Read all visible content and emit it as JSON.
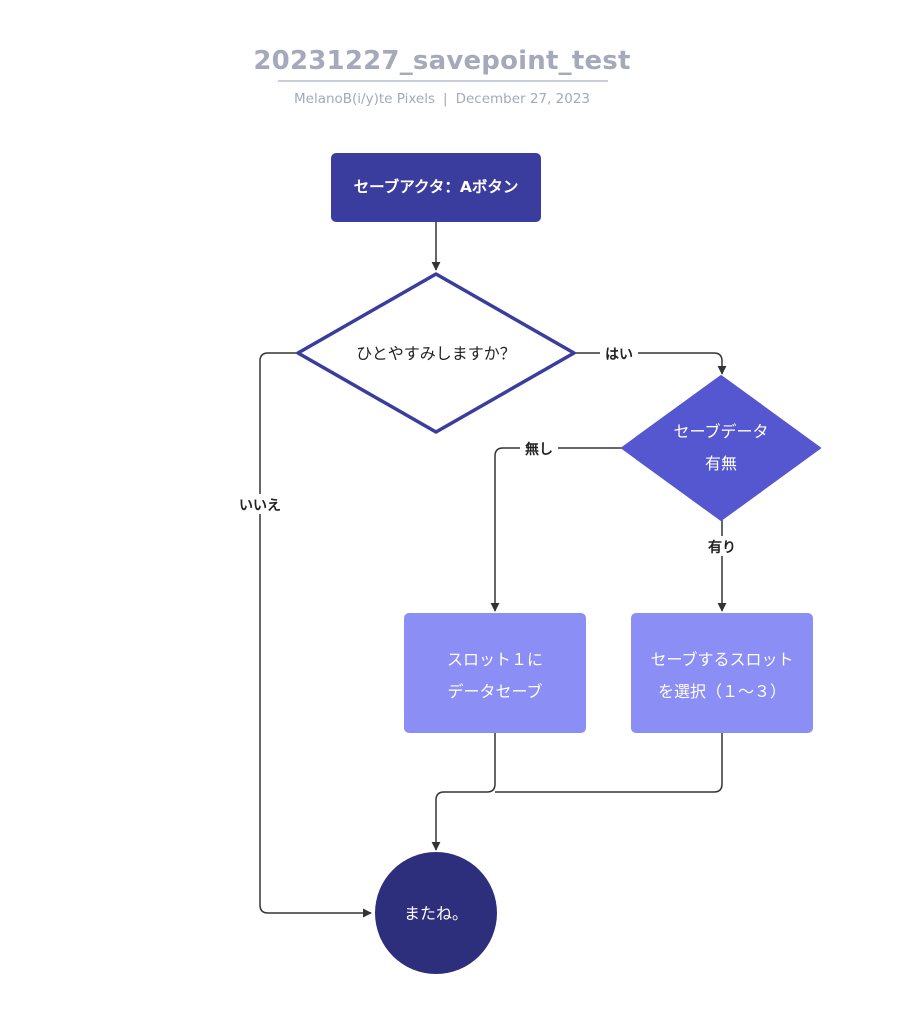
{
  "header": {
    "title": "20231227_savepoint_test",
    "author": "MelanoB(i/y)te Pixels",
    "separator": "|",
    "date": "December 27, 2023"
  },
  "colors": {
    "start_fill": "#3b3d9e",
    "decision1_stroke": "#3b3d9e",
    "decision2_fill": "#5457cf",
    "process_fill": "#8a8ef5",
    "end_fill": "#2e2f7c",
    "edge": "#333333",
    "header_text": "#a4a9bc"
  },
  "nodes": {
    "start": {
      "label": "セーブアクタ：Aボタン"
    },
    "decision_rest": {
      "label": "ひとやすみしますか？"
    },
    "decision_save_data": {
      "line1": "セーブデータ",
      "line2": "有無"
    },
    "save_slot1": {
      "line1": "スロット１に",
      "line2": "データセーブ"
    },
    "choose_slot": {
      "line1": "セーブするスロット",
      "line2": "を選択（１～３）"
    },
    "end": {
      "label": "またね。"
    }
  },
  "edges": {
    "yes": "はい",
    "no": "いいえ",
    "none": "無し",
    "exists": "有り"
  }
}
